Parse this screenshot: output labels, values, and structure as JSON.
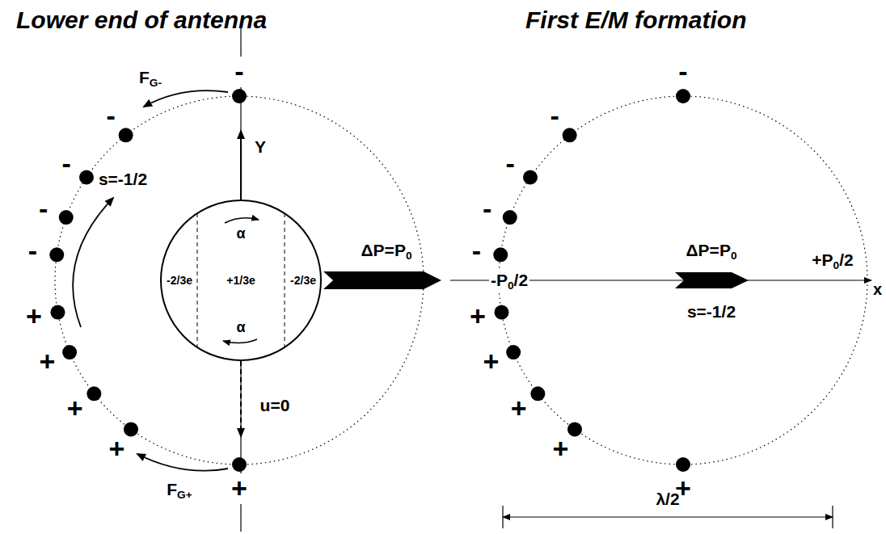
{
  "diagram": {
    "nodes": [
      {
        "text": [
          "-2/3e",
          "+1/3e",
          "-2/3e"
        ]
      }
    ],
    "labels": [
      "Lower end of antenna",
      "First E/M formation",
      "FG-",
      "FG+",
      "-",
      "-",
      "-",
      "-",
      "-",
      "+",
      "+",
      "+",
      "+",
      "+",
      "s=-1/2",
      "Y",
      "α",
      "α",
      "u=0",
      "ΔP=P0",
      "-",
      "-",
      "-",
      "-",
      "-",
      "+",
      "+",
      "+",
      "+",
      "+",
      "-P0/2",
      "ΔP=P0",
      "+P0/2",
      "x",
      "s=-1/2",
      "λ/2"
    ]
  }
}
